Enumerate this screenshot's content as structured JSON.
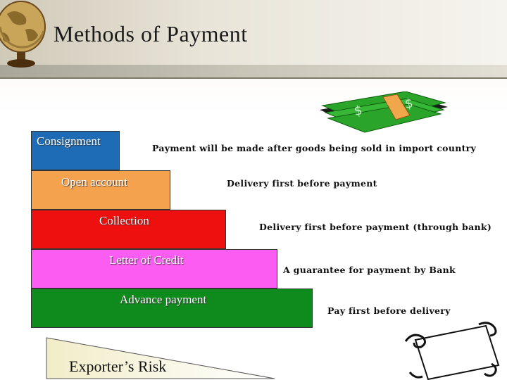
{
  "slide": {
    "title": "Methods of Payment"
  },
  "steps": [
    {
      "label": "Consignment",
      "color": "#1f6cb6",
      "description": "Payment will be made after goods being sold in import country"
    },
    {
      "label": "Open account",
      "color": "#f5a24f",
      "description": "Delivery first before payment"
    },
    {
      "label": "Collection",
      "color": "#ee0f0f",
      "description": "Delivery first before payment (through bank)"
    },
    {
      "label": "Letter of Credit",
      "color": "#fb5cf2",
      "description": "A guarantee for payment by Bank"
    },
    {
      "label": "Advance payment",
      "color": "#0f8a1c",
      "description": "Pay first before delivery"
    }
  ],
  "risk": {
    "label": "Exporter’s Risk"
  },
  "icons": [
    "globe-icon",
    "money-stack-icon",
    "scroll-icon"
  ]
}
